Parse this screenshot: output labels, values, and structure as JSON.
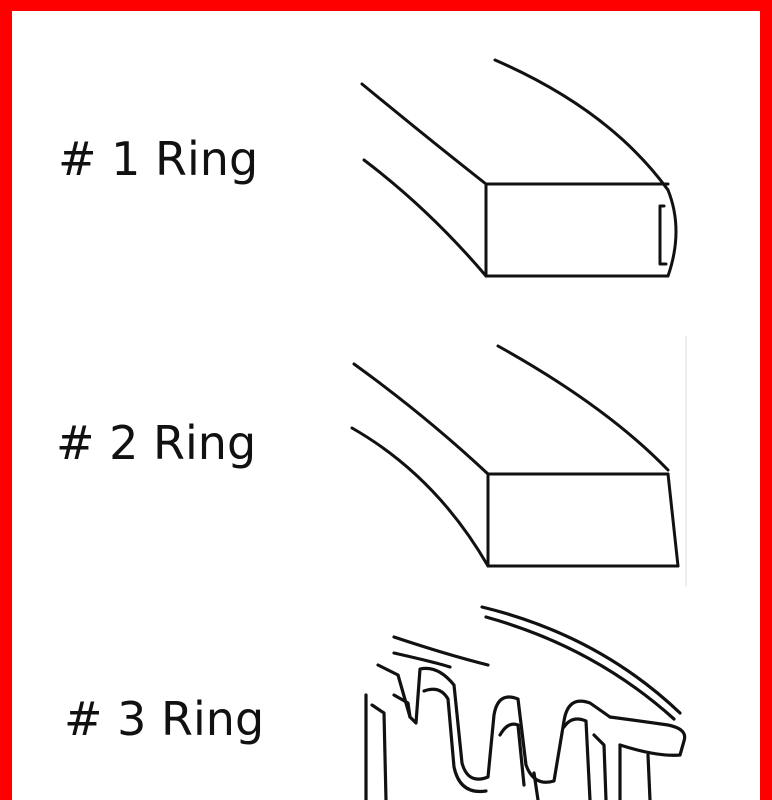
{
  "frame": {
    "border_color": "#ff0000",
    "background_color": "#ffffff"
  },
  "rings": [
    {
      "label": "# 1 Ring",
      "profile": "compression-ring-rounded-face"
    },
    {
      "label": "# 2 Ring",
      "profile": "compression-ring-tapered-face"
    },
    {
      "label": "# 3 Ring",
      "profile": "oil-control-ring-expander"
    }
  ]
}
